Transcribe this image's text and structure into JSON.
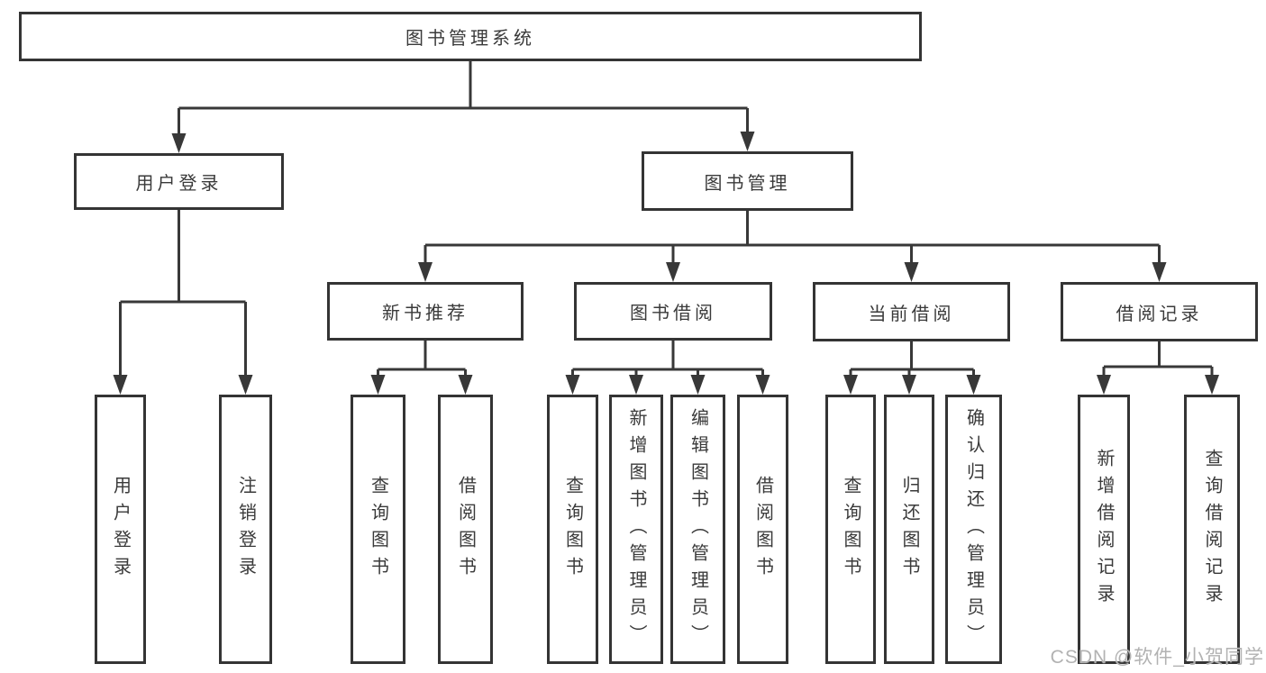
{
  "colors": {
    "line": "#383838",
    "box_border": "#343434",
    "text": "#3a3a3a",
    "watermark": "#b2b2b2",
    "background": "#ffffff"
  },
  "tree": {
    "root": {
      "label": "图书管理系统"
    },
    "level2": {
      "user_login": {
        "label": "用户登录"
      },
      "book_management": {
        "label": "图书管理"
      }
    },
    "level3": {
      "new_book_recommend": {
        "label": "新书推荐"
      },
      "book_borrow": {
        "label": "图书借阅"
      },
      "current_borrow": {
        "label": "当前借阅"
      },
      "borrow_records": {
        "label": "借阅记录"
      }
    },
    "leaves": {
      "ul_user_login": {
        "label": "用户登录"
      },
      "ul_logout": {
        "label": "注销登录"
      },
      "nbr_query_book": {
        "label": "查询图书"
      },
      "nbr_borrow_book": {
        "label": "借阅图书"
      },
      "bb_query_book": {
        "label": "查询图书"
      },
      "bb_add_book": {
        "label": "新增图书（管理员）"
      },
      "bb_edit_book": {
        "label": "编辑图书（管理员）"
      },
      "bb_borrow_book": {
        "label": "借阅图书"
      },
      "cb_query_book": {
        "label": "查询图书"
      },
      "cb_return_book": {
        "label": "归还图书"
      },
      "cb_confirm_return": {
        "label": "确认归还（管理员）"
      },
      "br_add_record": {
        "label": "新增借阅记录"
      },
      "br_query_record": {
        "label": "查询借阅记录"
      }
    }
  },
  "watermark": {
    "text": "CSDN @软件_小贺同学"
  }
}
